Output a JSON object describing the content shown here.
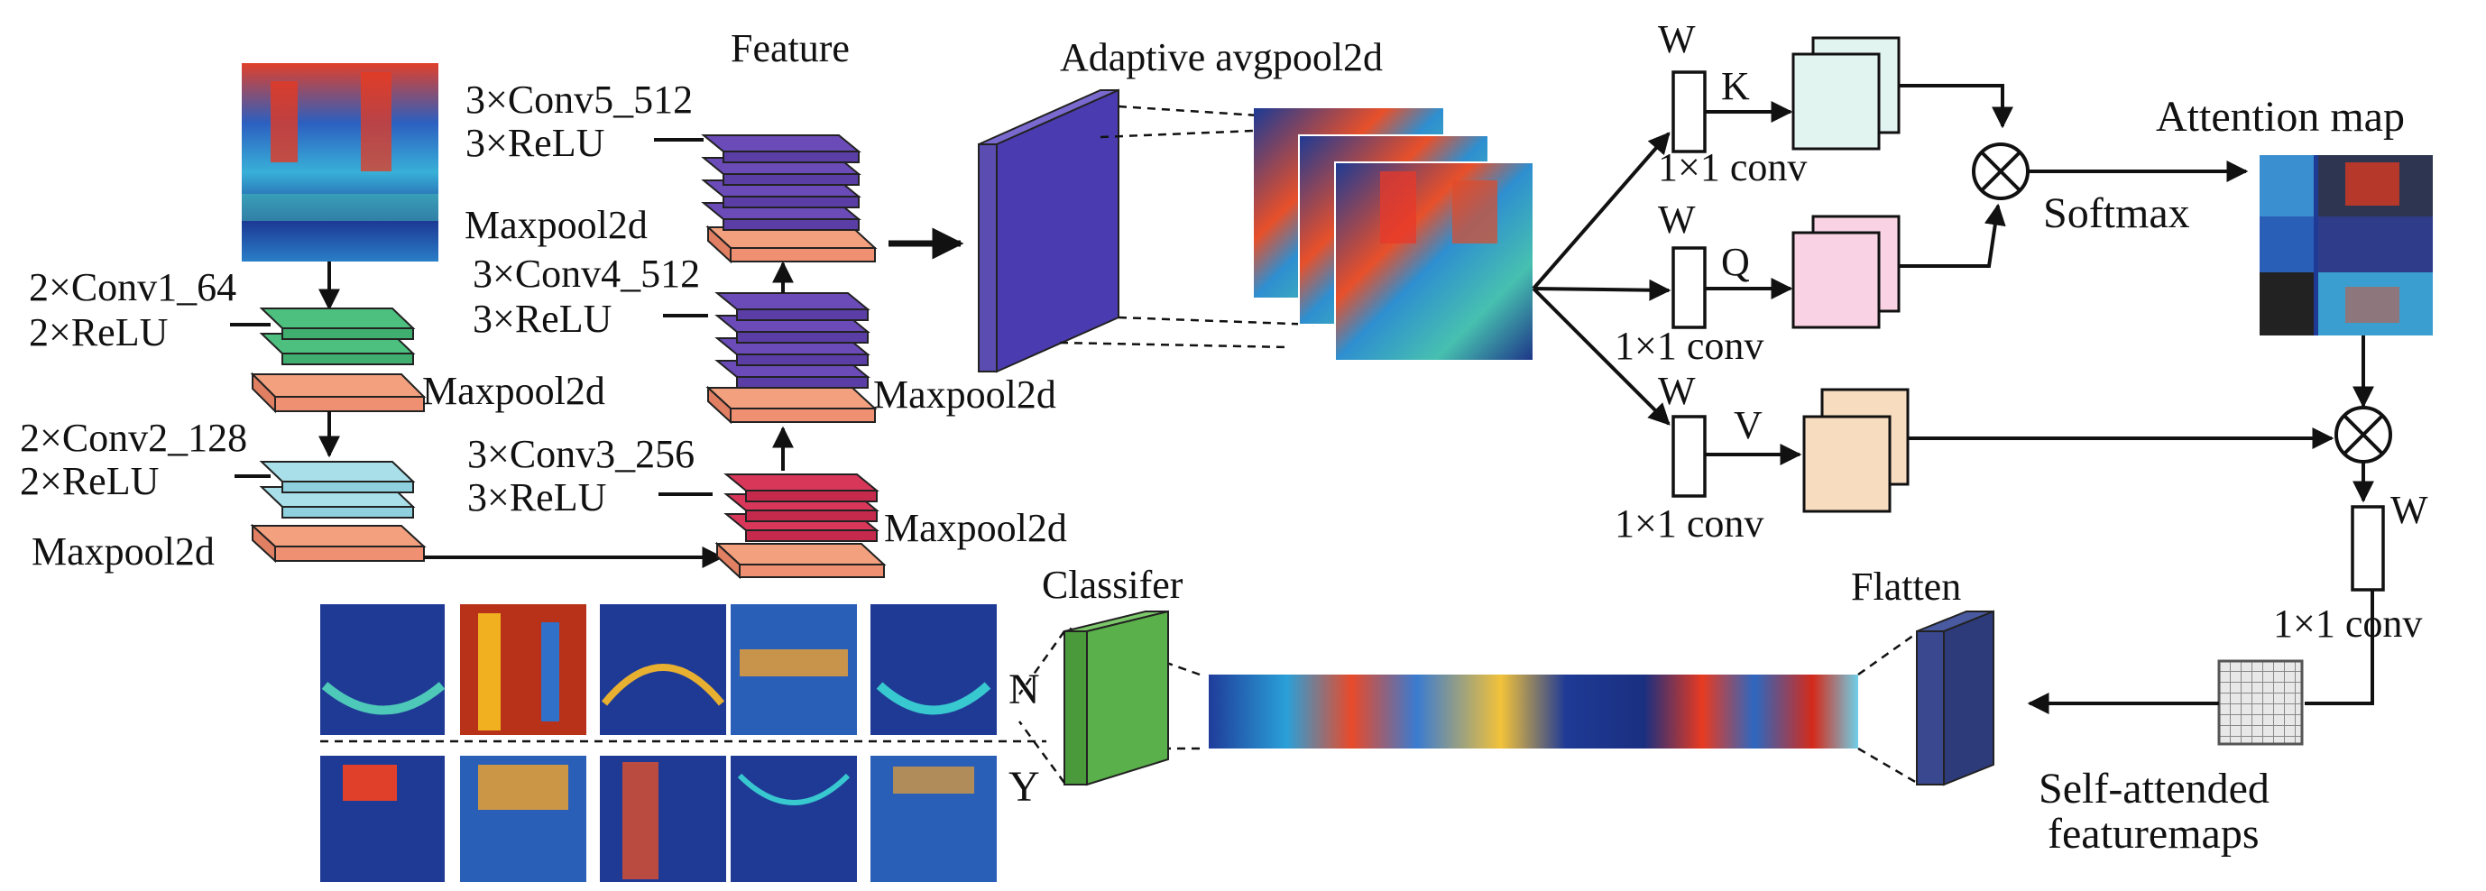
{
  "labels": {
    "feature": "Feature",
    "conv5": "3×Conv5_512",
    "relu5": "3×ReLU",
    "maxpool_top": "Maxpool2d",
    "conv4": "3×Conv4_512",
    "relu4": "3×ReLU",
    "maxpool_4": "Maxpool2d",
    "conv3": "3×Conv3_256",
    "relu3": "3×ReLU",
    "maxpool_3": "Maxpool2d",
    "conv1": "2×Conv1_64",
    "relu1": "2×ReLU",
    "maxpool_1": "Maxpool2d",
    "conv2": "2×Conv2_128",
    "relu2": "2×ReLU",
    "maxpool_2": "Maxpool2d",
    "adaptive": "Adaptive avgpool2d",
    "w_k": "W",
    "k": "K",
    "conv_k": "1×1 conv",
    "w_q": "W",
    "q": "Q",
    "conv_q": "1×1 conv",
    "w_v": "W",
    "v": "V",
    "conv_v": "1×1 conv",
    "attention_map": "Attention map",
    "softmax": "Softmax",
    "w_out": "W",
    "conv_out": "1×1 conv",
    "self_attended_1": "Self-attended",
    "self_attended_2": "featuremaps",
    "flatten": "Flatten",
    "classifier": "Classifer",
    "n": "N",
    "y": "Y"
  },
  "colors": {
    "green": "#4dbf7f",
    "cyan": "#a8dfe8",
    "salmon": "#f2a07e",
    "purple": "#6a4bb8",
    "crimson": "#d8375a",
    "k_box": "#e2f4ef",
    "q_box": "#f9d3e3",
    "v_box": "#f8dcc0",
    "flatten_block": "#2e3b7a",
    "classifier_block": "#5ab04a",
    "pool_block": "#5a4cb0"
  }
}
